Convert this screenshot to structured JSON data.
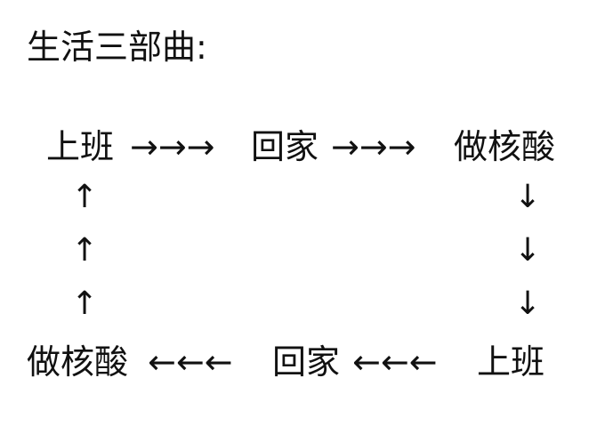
{
  "title": "生活三部曲:",
  "top_row": {
    "left": "上班",
    "arrows_1": "→→→",
    "middle": "回家",
    "arrows_2": "→→→",
    "right": "做核酸"
  },
  "bottom_row": {
    "left": "做核酸",
    "arrows_1": "←←←",
    "middle": "回家",
    "arrows_2": "←←←",
    "right": "上班"
  },
  "left_column": [
    "↑",
    "↑",
    "↑"
  ],
  "right_column": [
    "↓",
    "↓",
    "↓"
  ]
}
